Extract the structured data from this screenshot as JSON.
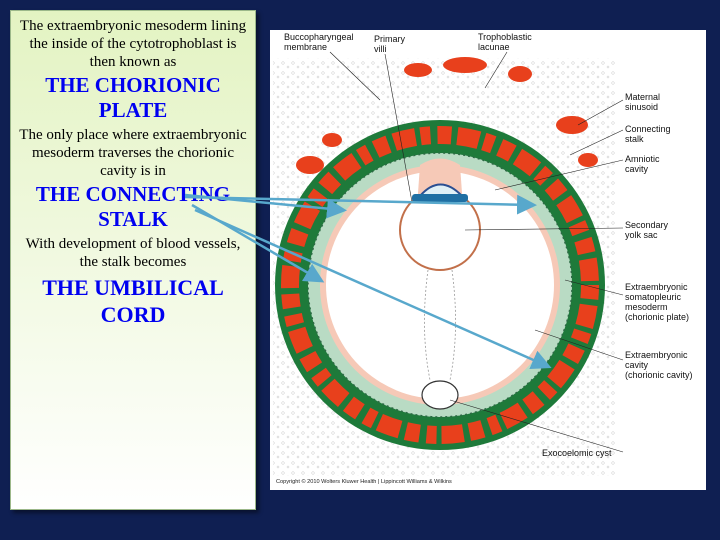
{
  "text_panel": {
    "para1": "The extraembryonic mesoderm lining the inside of the cytotrophoblast is then known as",
    "heading1": "THE CHORIONIC PLATE",
    "para2": "The only place where extraembryonic mesoderm traverses the chorionic cavity is in",
    "heading2": "THE CONNECTING STALK",
    "para3": "With development of blood vessels, the stalk becomes",
    "heading3": "THE UMBILICAL CORD"
  },
  "figure": {
    "labels": {
      "buccopharyngeal": "Buccopharyngeal\nmembrane",
      "primary_villi": "Primary\nvilli",
      "trophoblastic_lacunae": "Trophoblastic\nlacunae",
      "maternal_sinusoid": "Maternal\nsinusoid",
      "connecting_stalk": "Connecting\nstalk",
      "amniotic_cavity": "Amniotic\ncavity",
      "secondary_yolk_sac": "Secondary\nyolk sac",
      "somatopleuric": "Extraembryonic\nsomatopleuric\nmesoderm\n(chorionic plate)",
      "extraembryonic_cavity": "Extraembryonic\ncavity\n(chorionic cavity)",
      "exocoelomic_cyst": "Exocoelomic cyst"
    },
    "copyright": "Copyright © 2010 Wolters Kluwer Health | Lippincott Williams & Wilkins"
  },
  "colors": {
    "background": "#0f1f52",
    "heading": "#0000f0",
    "trophoblast_green": "#1e7a3a",
    "lacunae_red": "#e8401c",
    "mesoderm_green": "#b9dbc4",
    "cavity_pink": "#f6c9b7",
    "arrow": "#58a8cc"
  }
}
